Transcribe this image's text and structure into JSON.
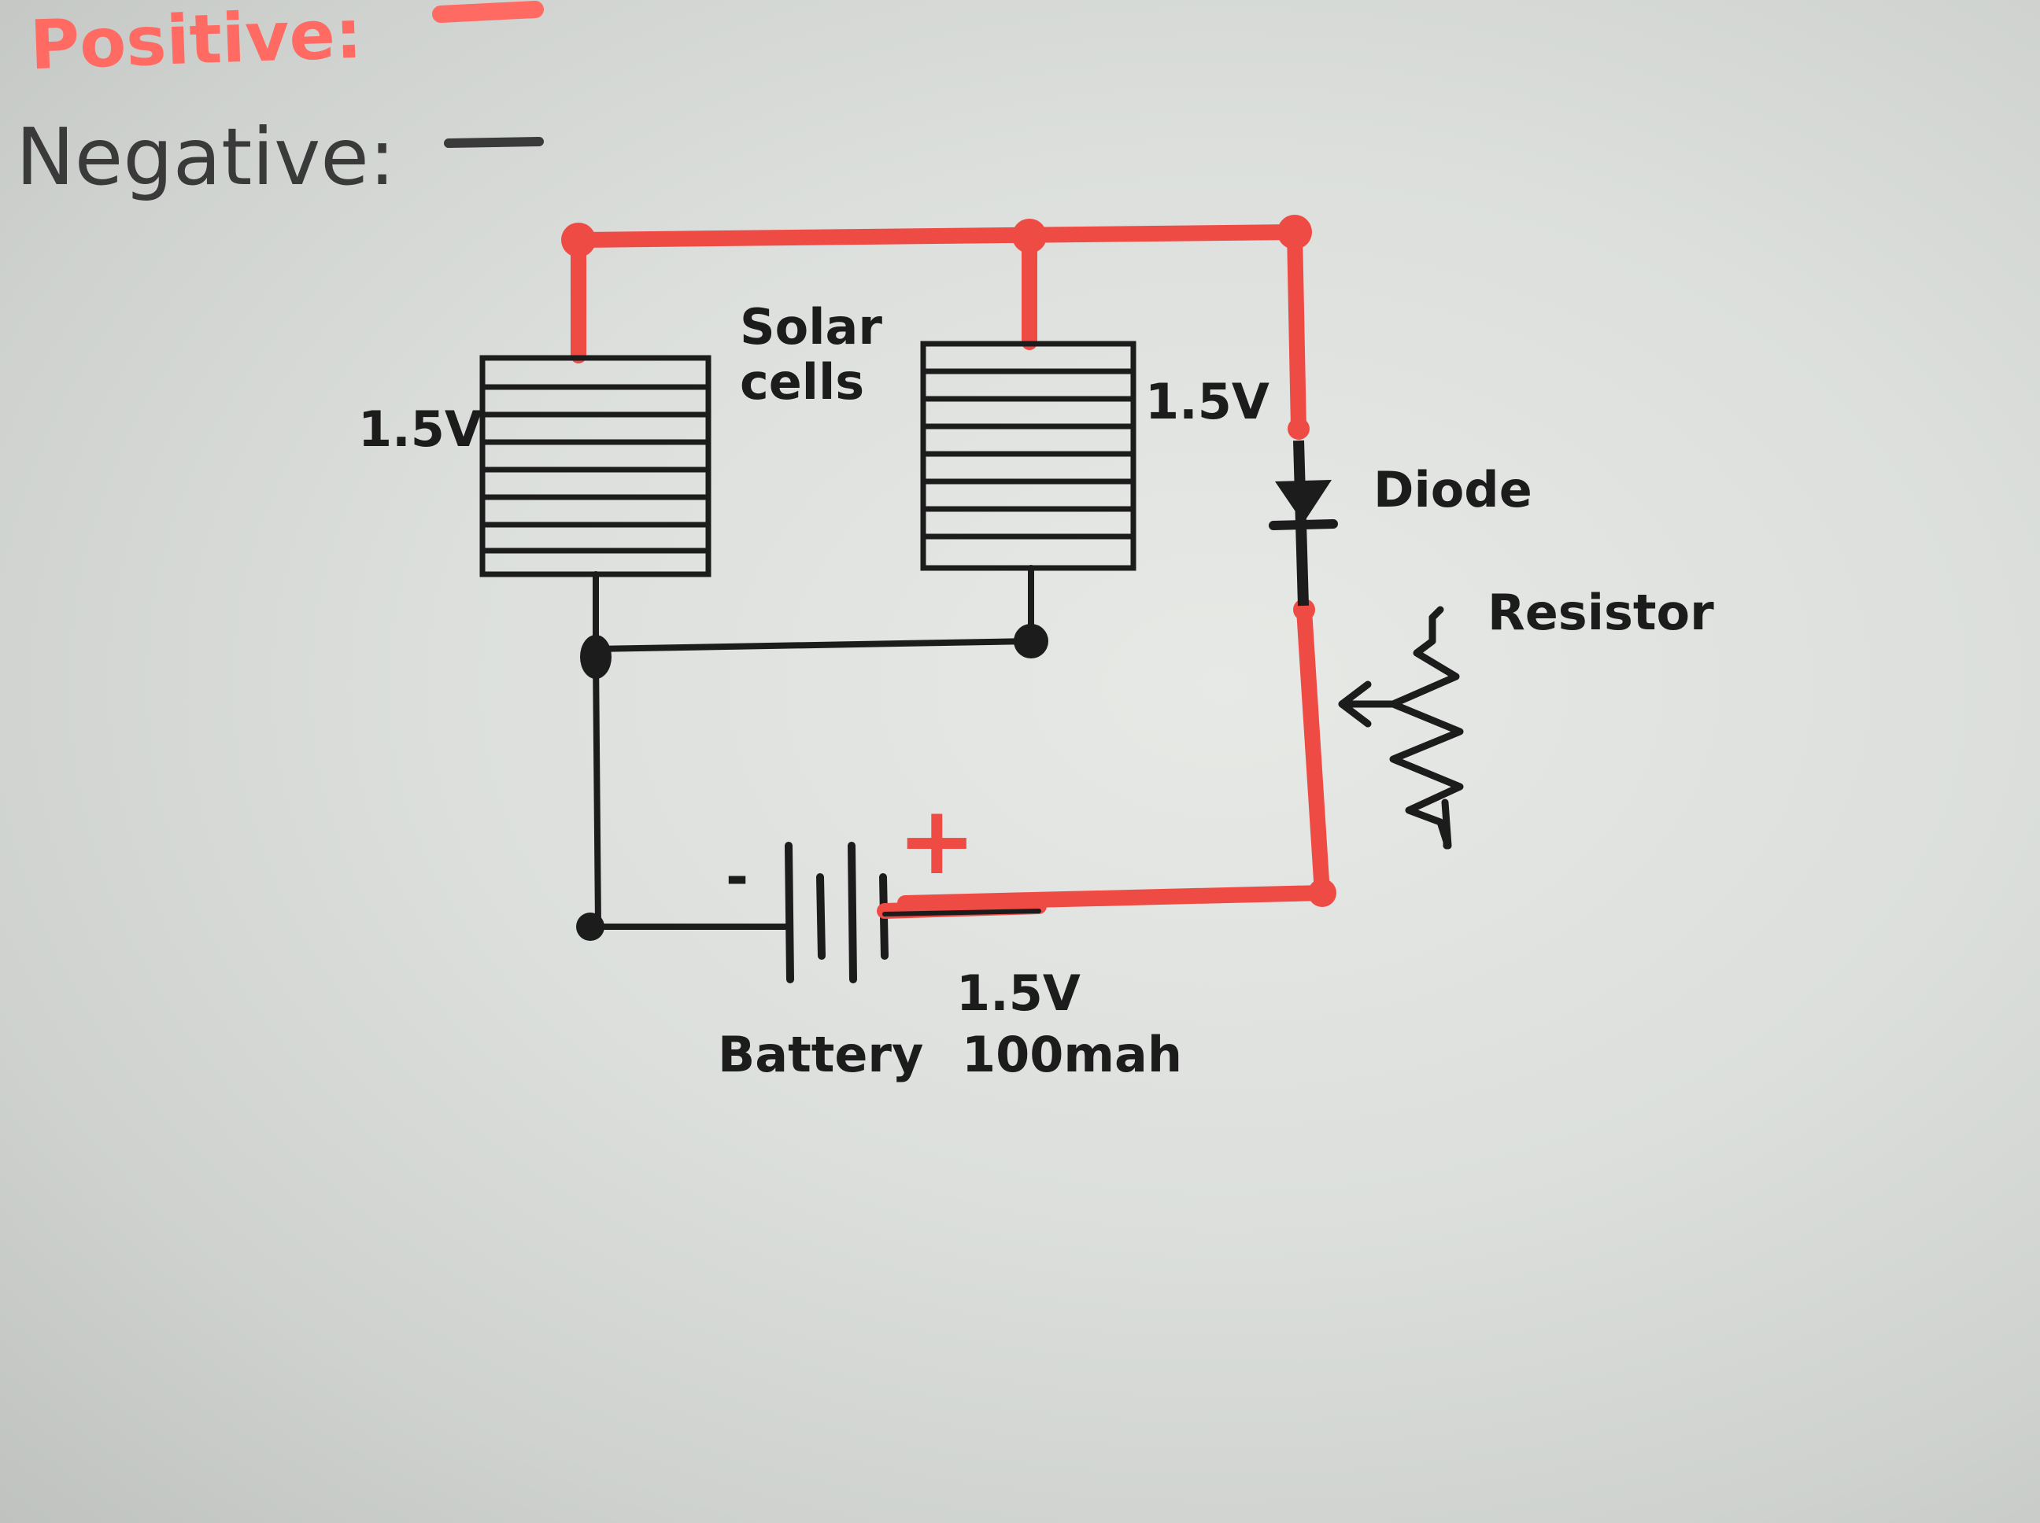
{
  "legend": {
    "positive": "Positive:",
    "negative": "Negative:"
  },
  "labels": {
    "solar_line1": "Solar",
    "solar_line2": "cells",
    "cell1_voltage": "1.5V",
    "cell2_voltage": "1.5V",
    "diode": "Diode",
    "resistor": "Resistor",
    "battery_plus": "+",
    "battery_minus": "-",
    "battery_voltage": "1.5V",
    "battery_name": "Battery",
    "battery_capacity": "100mah"
  },
  "colors": {
    "positive_wire": "#ef4b45",
    "negative_wire": "#1c1c1c",
    "paper": "#dfe1de"
  }
}
